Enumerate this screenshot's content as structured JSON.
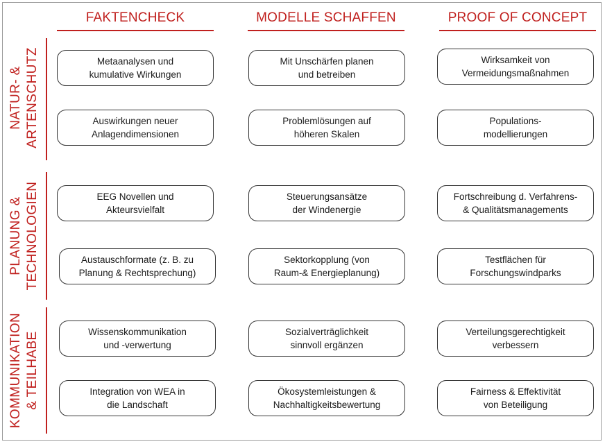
{
  "columns": [
    {
      "title": "FAKTENCHECK"
    },
    {
      "title": "MODELLE SCHAFFEN"
    },
    {
      "title": "PROOF OF CONCEPT"
    }
  ],
  "rows": [
    {
      "line1": "NATUR- &",
      "line2": "ARTENSCHUTZ"
    },
    {
      "line1": "PLANUNG &",
      "line2": "TECHNOLOGIEN"
    },
    {
      "line1": "KOMMUNIKATION",
      "line2": "& TEILHABE"
    }
  ],
  "cells": [
    [
      {
        "line1": "Metaanalysen und",
        "line2": "kumulative Wirkungen"
      },
      {
        "line1": "Mit Unschärfen planen",
        "line2": "und betreiben"
      },
      {
        "line1": "Wirksamkeit von",
        "line2": "Vermeidungsmaßnahmen"
      }
    ],
    [
      {
        "line1": "Auswirkungen neuer",
        "line2": "Anlagendimensionen"
      },
      {
        "line1": "Problemlösungen auf",
        "line2": "höheren Skalen"
      },
      {
        "line1": "Populations-",
        "line2": "modellierungen"
      }
    ],
    [
      {
        "line1": "EEG Novellen und",
        "line2": "Akteursvielfalt"
      },
      {
        "line1": "Steuerungsansätze",
        "line2": "der Windenergie"
      },
      {
        "line1": "Fortschreibung d. Verfahrens-",
        "line2": "& Qualitätsmanagements"
      }
    ],
    [
      {
        "line1": "Austauschformate (z. B. zu",
        "line2": "Planung & Rechtsprechung)"
      },
      {
        "line1": "Sektorkopplung (von",
        "line2": "Raum-& Energieplanung)"
      },
      {
        "line1": "Testflächen für",
        "line2": "Forschungswindparks"
      }
    ],
    [
      {
        "line1": "Wissenskommunikation",
        "line2": "und -verwertung"
      },
      {
        "line1": "Sozialverträglichkeit",
        "line2": "sinnvoll ergänzen"
      },
      {
        "line1": "Verteilungsgerechtigkeit",
        "line2": "verbessern"
      }
    ],
    [
      {
        "line1": "Integration von WEA in",
        "line2": "die Landschaft"
      },
      {
        "line1": "Ökosystemleistungen &",
        "line2": "Nachhaltigkeitsbewertung"
      },
      {
        "line1": "Fairness & Effektivität",
        "line2": "von Beteiligung"
      }
    ]
  ],
  "colors": {
    "accent": "#c0201e",
    "box_border": "#333333",
    "frame": "#9a9a9a"
  }
}
